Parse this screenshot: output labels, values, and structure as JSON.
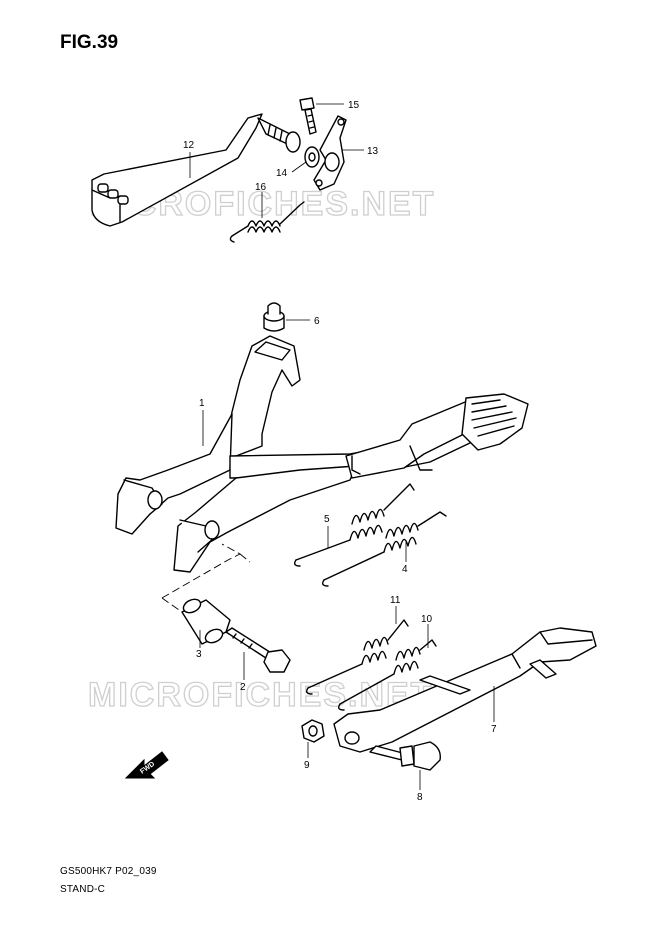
{
  "figure": {
    "title": "FIG.39",
    "code": "GS500HK7 P02_039",
    "name": "STAND-C"
  },
  "watermark": {
    "text": "MICROFICHES.NET",
    "color": "#cfcfcf"
  },
  "direction_arrow": {
    "label": "FWD",
    "icon": "fwd-arrow-icon"
  },
  "callouts": {
    "c1": "1",
    "c2": "2",
    "c3": "3",
    "c4": "4",
    "c5": "5",
    "c6": "6",
    "c7": "7",
    "c8": "8",
    "c9": "9",
    "c10": "10",
    "c11": "11",
    "c12": "12",
    "c13": "13",
    "c14": "14",
    "c15": "15",
    "c16": "16"
  }
}
